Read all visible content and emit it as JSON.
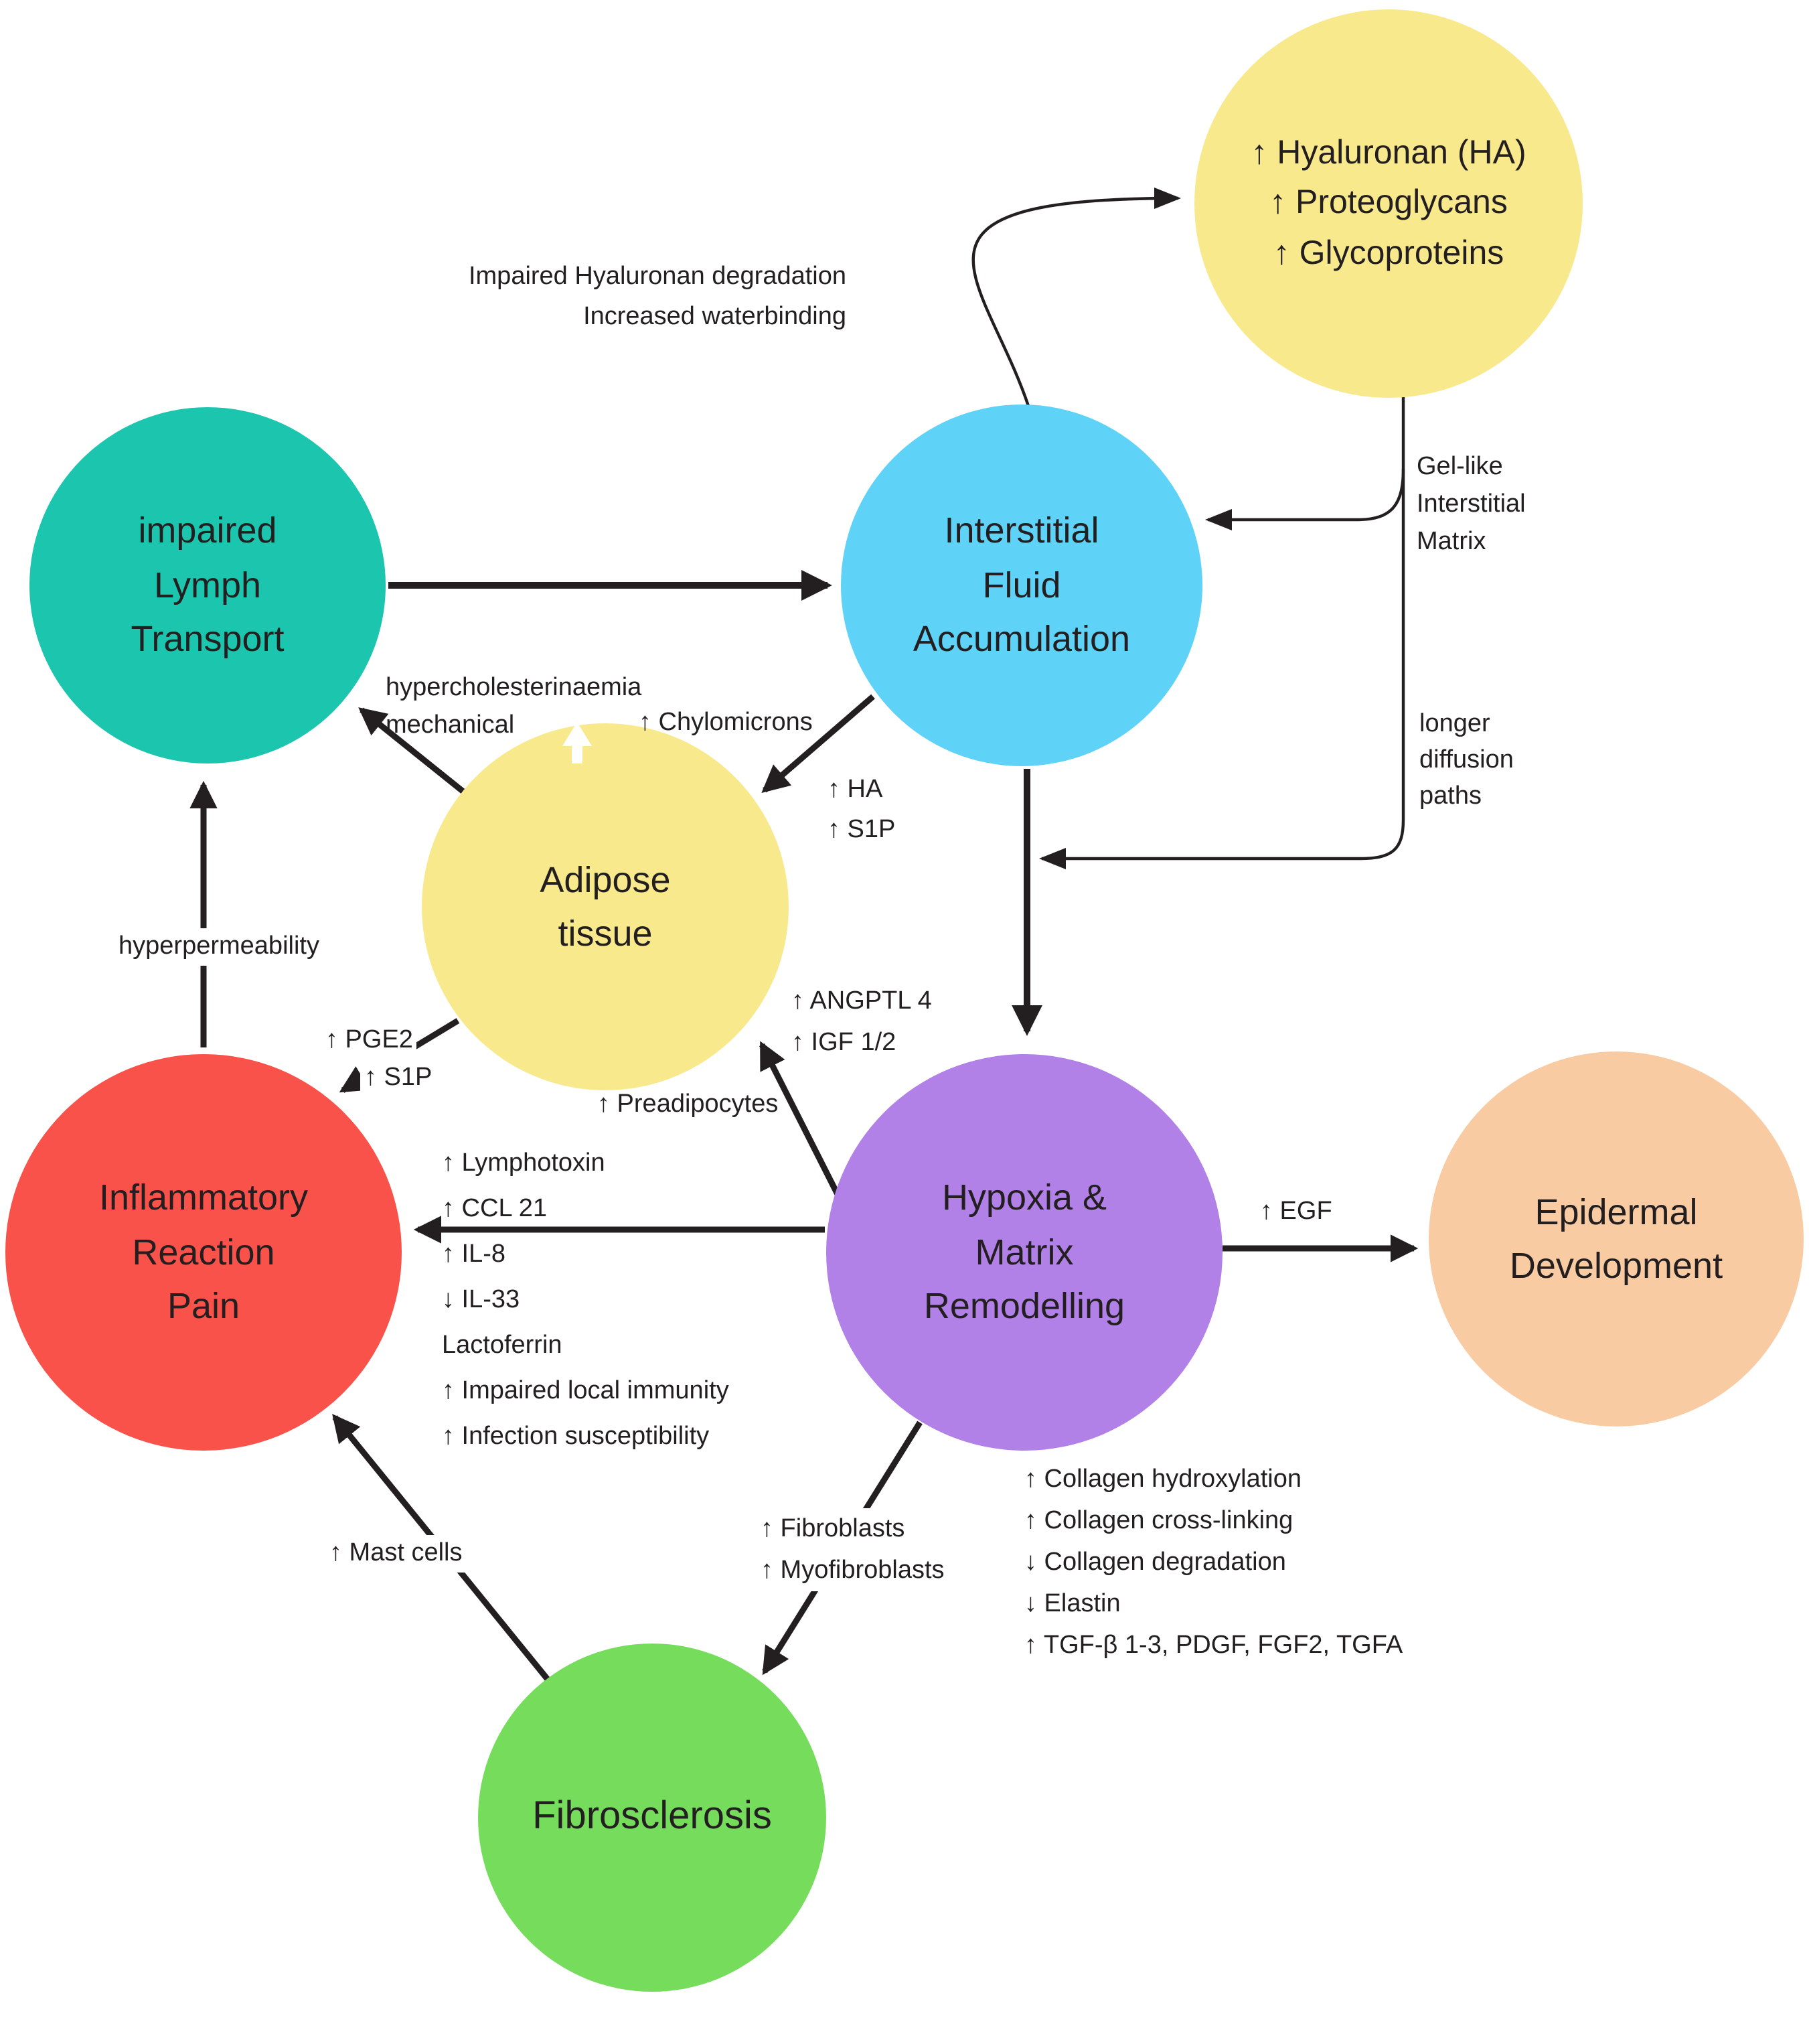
{
  "diagram_title": "Pathophysiology network diagram",
  "nodes": {
    "ecm": {
      "label": "↑ Hyaluronan (HA)\n↑ Proteoglycans\n↑ Glycoproteins",
      "color": "#F9E98D"
    },
    "lymph": {
      "label": "impaired\nLymph\nTransport",
      "color": "#1CC6AE"
    },
    "fluid": {
      "label": "Interstitial\nFluid\nAccumulation",
      "color": "#5FD2F7"
    },
    "adipose": {
      "label": "Adipose\ntissue",
      "color": "#F9E98D"
    },
    "inflammation": {
      "label": "Inflammatory\nReaction\nPain",
      "color": "#F8524A"
    },
    "hypoxia": {
      "label": "Hypoxia &\nMatrix\nRemodelling",
      "color": "#B181E8"
    },
    "epidermal": {
      "label": "Epidermal\nDevelopment",
      "color": "#F9CBA2"
    },
    "fibrosclerosis": {
      "label": "Fibrosclerosis",
      "color": "#76DD5C"
    }
  },
  "annotations": {
    "hyaluronan_degradation": "Impaired Hyaluronan degradation\nIncreased waterbinding",
    "gel_like_matrix": "Gel-like\nInterstitial\nMatrix",
    "longer_diffusion": "longer\ndiffusion\npaths",
    "hypercholesterinaemia": "hypercholesterinaemia\nmechanical",
    "chylomicrons": "↑ Chylomicrons",
    "ha_s1p": "↑ HA\n↑ S1P",
    "hyperpermeability": "hyperpermeability",
    "pge2": "↑ PGE2",
    "s1p": "↑ S1P",
    "angptl_igf": "↑ ANGPTL 4\n↑ IGF 1/2",
    "preadipocytes": "↑ Preadipocytes",
    "immune_effects": "↑ Lymphotoxin\n↑ CCL 21\n↑ IL-8\n↓ IL-33\nLactoferrin\n↑ Impaired local immunity\n↑ Infection susceptibility",
    "egf": "↑ EGF",
    "matrix_effects": "↑ Collagen hydroxylation\n↑ Collagen cross-linking\n↓ Collagen degradation\n↓ Elastin\n↑ TGF-β 1-3, PDGF, FGF2, TGFA",
    "fibroblasts": "↑ Fibroblasts\n↑ Myofibroblasts",
    "mast_cells": "↑ Mast cells"
  },
  "arrow_color": "#231F20"
}
